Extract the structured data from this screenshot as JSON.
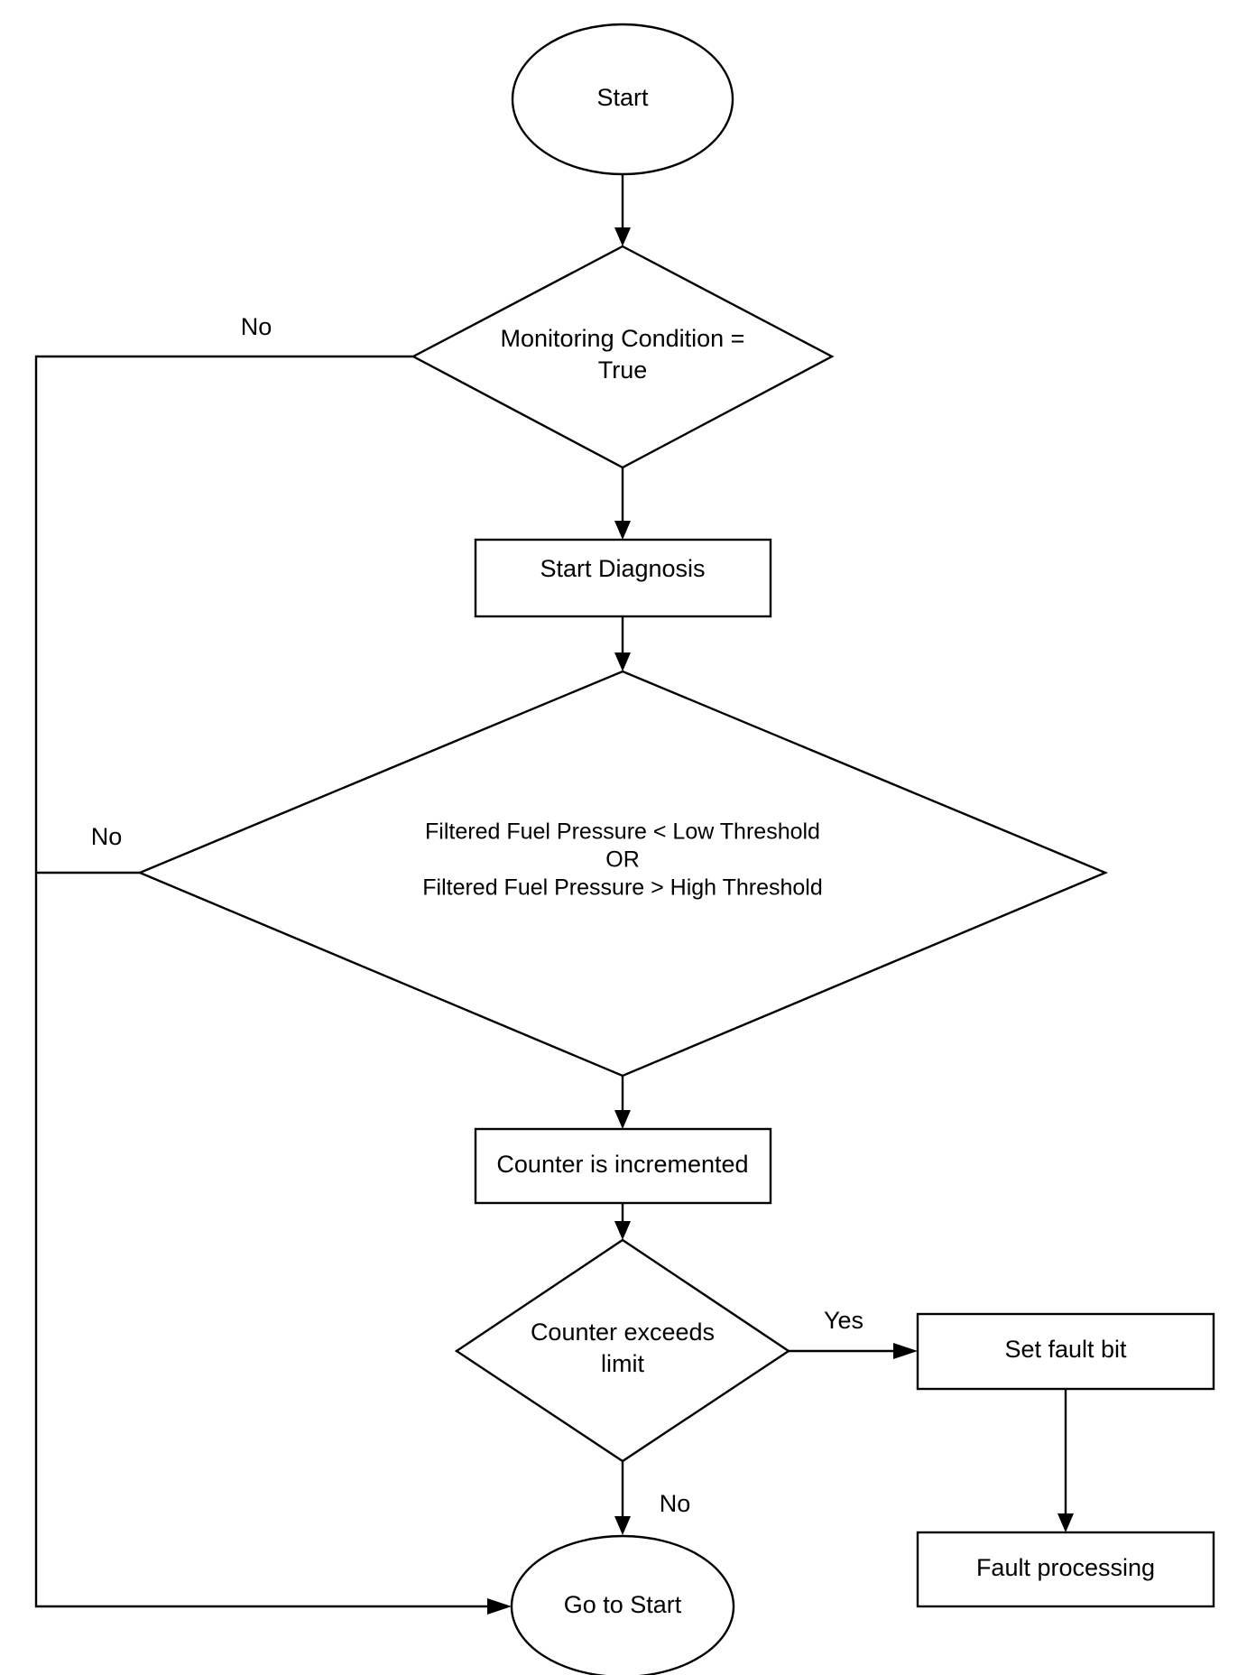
{
  "diagram": {
    "nodes": {
      "start": {
        "label": "Start"
      },
      "monitoring": {
        "lines": [
          "Monitoring Condition =",
          "True"
        ]
      },
      "start_diagnosis": {
        "label": "Start Diagnosis"
      },
      "pressure_check": {
        "lines": [
          "Filtered Fuel Pressure < Low Threshold",
          "OR",
          "Filtered Fuel Pressure > High Threshold"
        ]
      },
      "counter_inc": {
        "label": "Counter is incremented"
      },
      "counter_limit": {
        "lines": [
          "Counter exceeds",
          "limit"
        ]
      },
      "set_fault": {
        "label": "Set fault bit"
      },
      "fault_processing": {
        "label": "Fault processing"
      },
      "go_to_start": {
        "label": "Go to Start"
      }
    },
    "edge_labels": {
      "monitoring_no": "No",
      "pressure_no": "No",
      "limit_yes": "Yes",
      "limit_no": "No"
    }
  }
}
